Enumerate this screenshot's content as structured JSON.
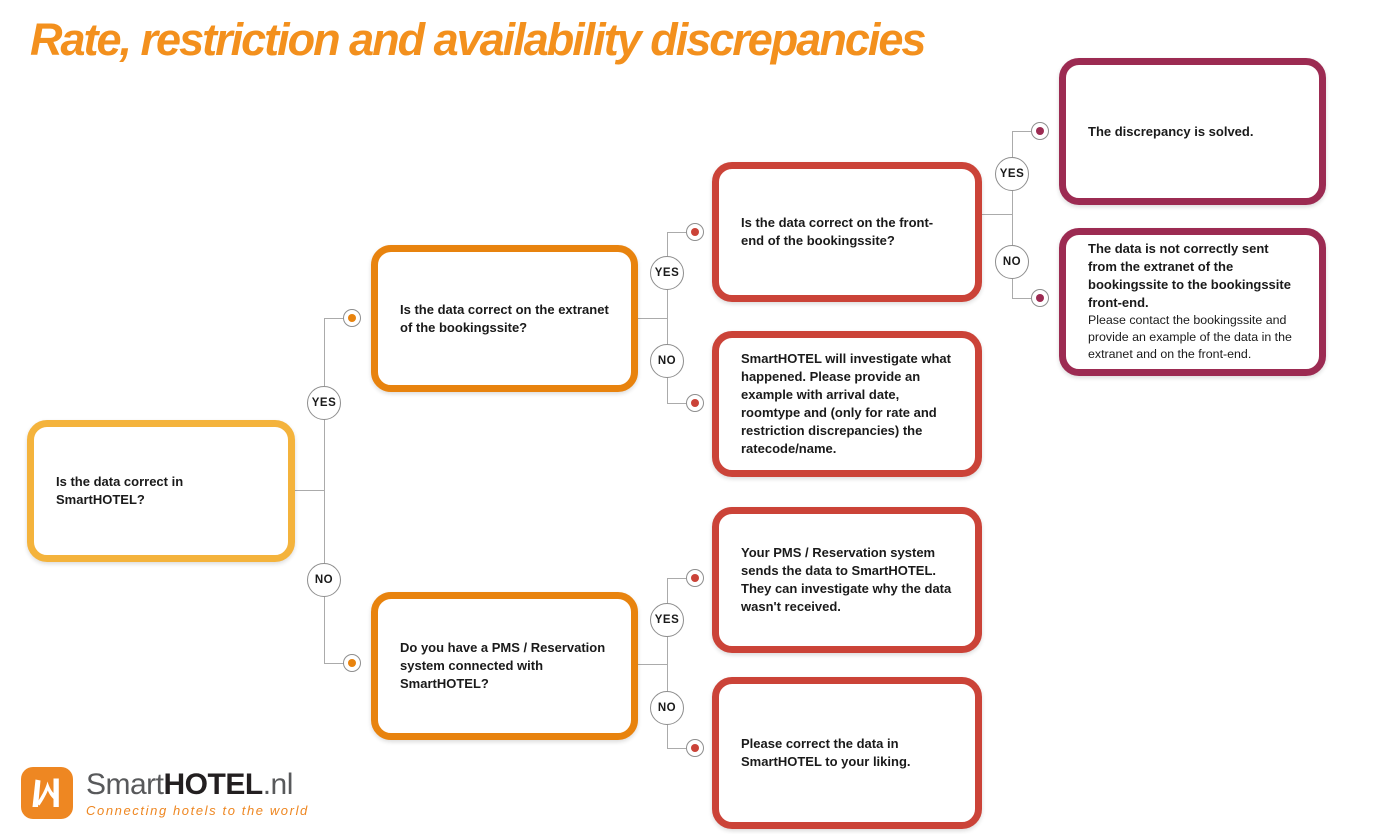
{
  "title": "Rate, restriction and availability discrepancies",
  "colors": {
    "title_orange": "#F3901D",
    "node_yellow": "#F4B33C",
    "node_orange": "#E8830E",
    "node_red": "#CB4338",
    "node_maroon": "#9C2B52",
    "connector_grey": "#ABABAB",
    "circle_border_grey": "#8E8E8E",
    "text_dark": "#1A1A1A",
    "logo_orange": "#EE8722",
    "brand_grey": "#58595B",
    "brand_black": "#231F20"
  },
  "flowchart": {
    "nodes": [
      {
        "id": "root",
        "color": "yellow",
        "text": "Is the data correct in SmartHOTEL?"
      },
      {
        "id": "extranet",
        "color": "orange",
        "text": "Is the data correct on the extranet of the bookingssite?"
      },
      {
        "id": "frontend",
        "color": "red",
        "text": "Is the data correct on the front-end of the bookingssite?"
      },
      {
        "id": "investigate",
        "color": "red",
        "text": "SmartHOTEL will investigate what happened. Please provide an example with arrival date, roomtype and (only for rate and restriction discrepancies) the ratecode/name."
      },
      {
        "id": "solved",
        "color": "maroon",
        "text": "The discrepancy is solved."
      },
      {
        "id": "not-sent",
        "color": "maroon",
        "text_bold": "The data is not correctly sent from the extranet of the bookingssite to the bookingssite front-end.",
        "text_regular": "Please contact the bookingssite and provide an example of the data in the extranet and on the front-end."
      },
      {
        "id": "pms",
        "color": "orange",
        "text": "Do you have a PMS / Reservation system connected with SmartHOTEL?"
      },
      {
        "id": "pms-sends",
        "color": "red",
        "text": "Your PMS / Reservation system sends the data to SmartHOTEL. They can investigate why the data wasn't received."
      },
      {
        "id": "correct-data",
        "color": "red",
        "text": "Please correct the data in SmartHOTEL to your liking."
      }
    ],
    "junctions": [
      {
        "yes": "YES",
        "no": "NO"
      },
      {
        "yes": "YES",
        "no": "NO"
      },
      {
        "yes": "YES",
        "no": "NO"
      },
      {
        "yes": "YES",
        "no": "NO"
      }
    ]
  },
  "logo": {
    "brand_prefix": "Smart",
    "brand_bold": "HOTEL",
    "brand_suffix": ".nl",
    "tagline": "Connecting hotels to the world"
  }
}
